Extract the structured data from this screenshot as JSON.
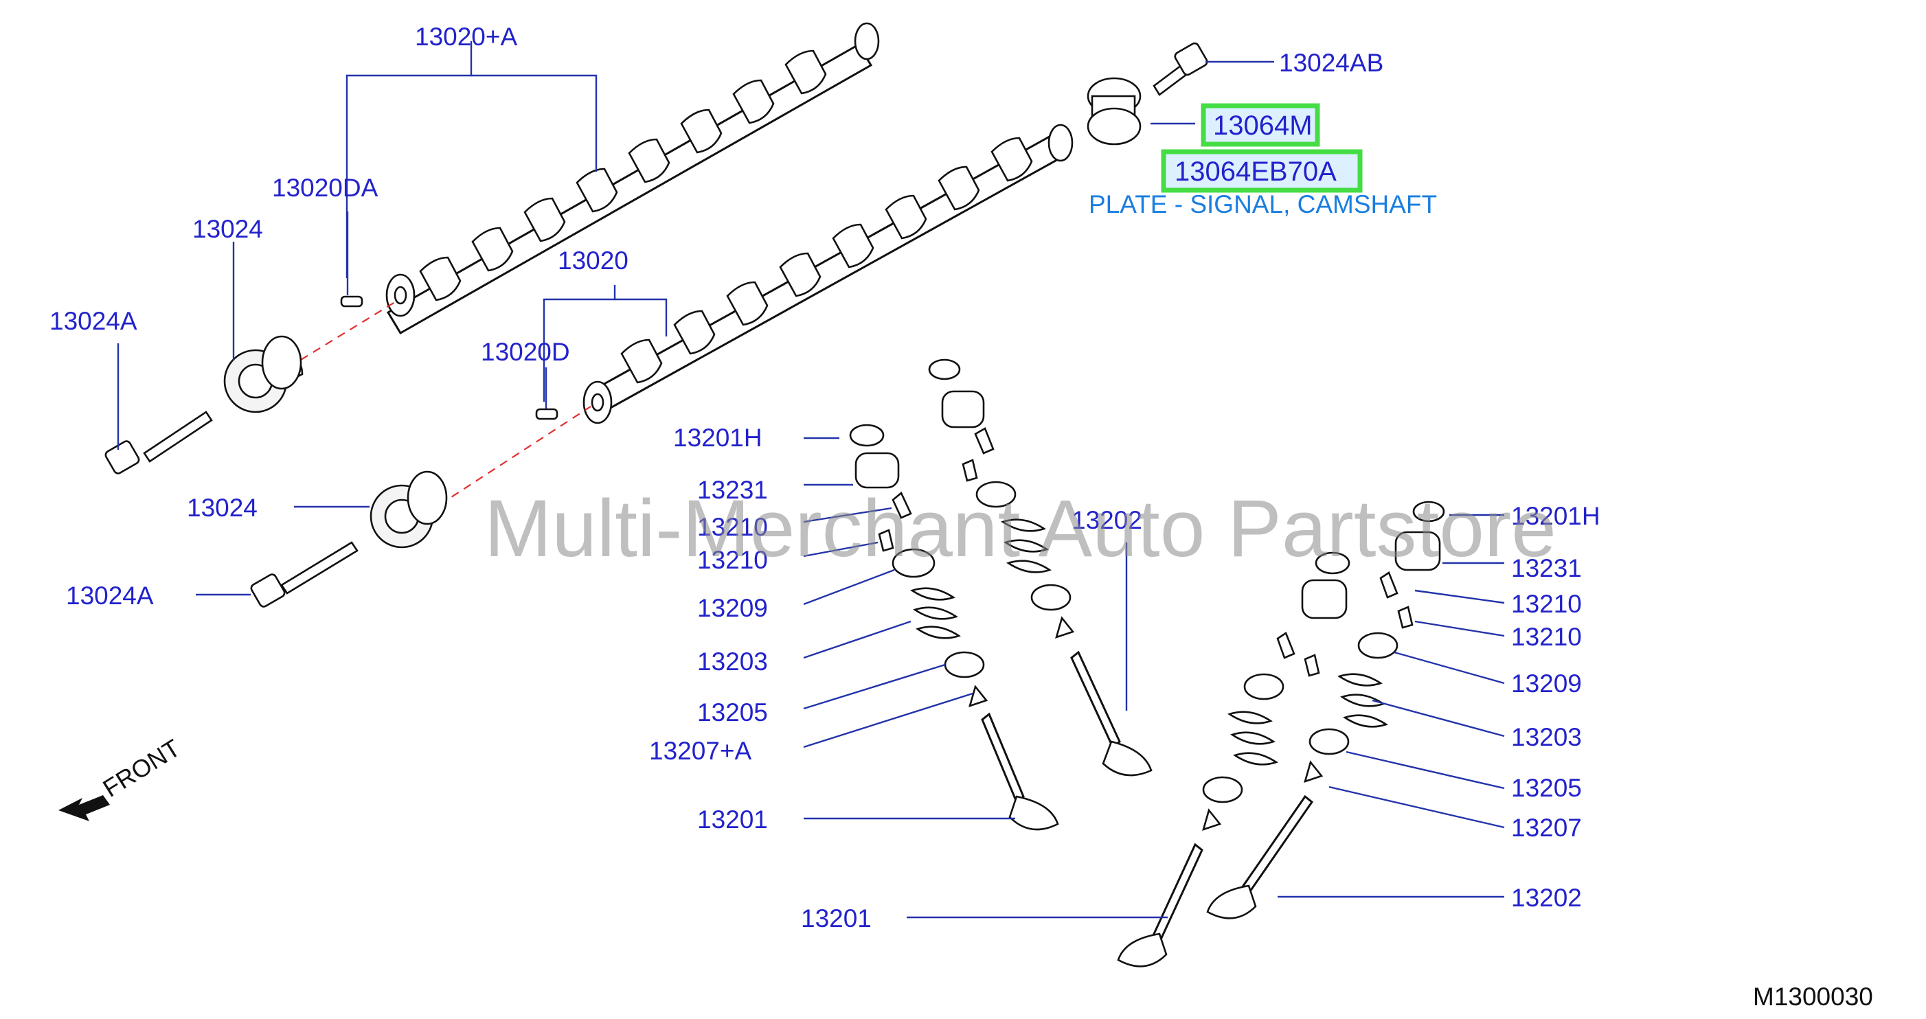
{
  "diagram": {
    "labels": {
      "l13020A": "13020+A",
      "l13024AB": "13024AB",
      "l13064M": "13064M",
      "l13064EB70A": "13064EB70A",
      "plate_desc": "PLATE - SIGNAL, CAMSHAFT",
      "l13020DA": "13020DA",
      "l13024_top": "13024",
      "l13024A_top": "13024A",
      "l13020": "13020",
      "l13020D": "13020D",
      "l13201H_left": "13201H",
      "l13231_left": "13231",
      "l13210_left1": "13210",
      "l13210_left2": "13210",
      "l13209_left": "13209",
      "l13203_left": "13203",
      "l13205_left": "13205",
      "l13207A_left": "13207+A",
      "l13201_left": "13201",
      "l13024_bottom": "13024",
      "l13024A_bottom": "13024A",
      "l13202_mid": "13202",
      "l13201H_right": "13201H",
      "l13231_right": "13231",
      "l13210_right1": "13210",
      "l13210_right2": "13210",
      "l13209_right": "13209",
      "l13203_right": "13203",
      "l13205_right": "13205",
      "l13207_right": "13207",
      "l13201_bottom": "13201",
      "l13202_right": "13202"
    },
    "front_text": "FRONT",
    "watermark": "Multi-Merchant Auto Partstore",
    "reference": "M1300030",
    "colors": {
      "label": "#2222cc",
      "description": "#1a7ee0",
      "highlight_border": "#44dd44",
      "highlight_fill": "#dcf0ff",
      "centerline": "#e03030"
    }
  }
}
